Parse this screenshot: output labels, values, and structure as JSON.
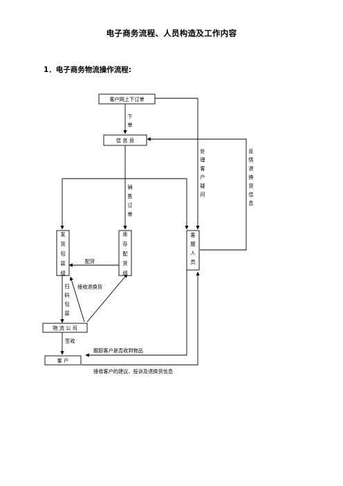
{
  "doc": {
    "title": "电子商务流程、人员构造及工作内容",
    "section_heading": "1．电子商务物流操作流程:"
  },
  "flow": {
    "nodes": {
      "order": "客户网上下订单",
      "info": "信 息 员",
      "pack": "发货包装组",
      "stock": "库存配货组",
      "service": "客服人员",
      "logistics": "物 流 公 司",
      "customer": "客  户"
    },
    "edges": {
      "order_to_info": "下单",
      "sales_order": "销售订单",
      "handle_questions": "处理客户疑问",
      "feedback": "反情退换货信息",
      "distribute": "配货",
      "scan_pack": "扫码包装",
      "receive_returns": "接收退换货",
      "sign": "签收",
      "track": "跟踪客户是否收到物品",
      "receive_feedback": "接收客户的建议、投诉及退换货信息"
    }
  }
}
